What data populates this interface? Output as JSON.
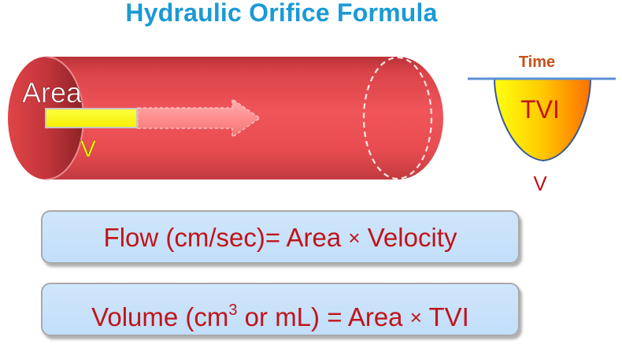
{
  "title": "Hydraulic Orifice Formula",
  "vessel": {
    "area_label": "Area",
    "velocity_label": "V"
  },
  "tvi_panel": {
    "time_label": "Time",
    "tvi_label": "TVI",
    "velocity_label": "V"
  },
  "formulas": {
    "flow": {
      "lhs": "Flow (cm/sec)= Area",
      "op": "×",
      "rhs": "Velocity"
    },
    "volume": {
      "lhs_start": "Volume (cm",
      "exponent": "3",
      "lhs_end": " or mL) = Area",
      "op": "×",
      "rhs": "TVI"
    }
  },
  "colors": {
    "title": "#1a9ad6",
    "formula_text": "#c0141a",
    "formula_bg": "#c7e1fa",
    "tube": "#e8474c",
    "velocity_bar": "#ffff00",
    "time_axis": "#5b8fd6",
    "time_label": "#c8501a"
  }
}
